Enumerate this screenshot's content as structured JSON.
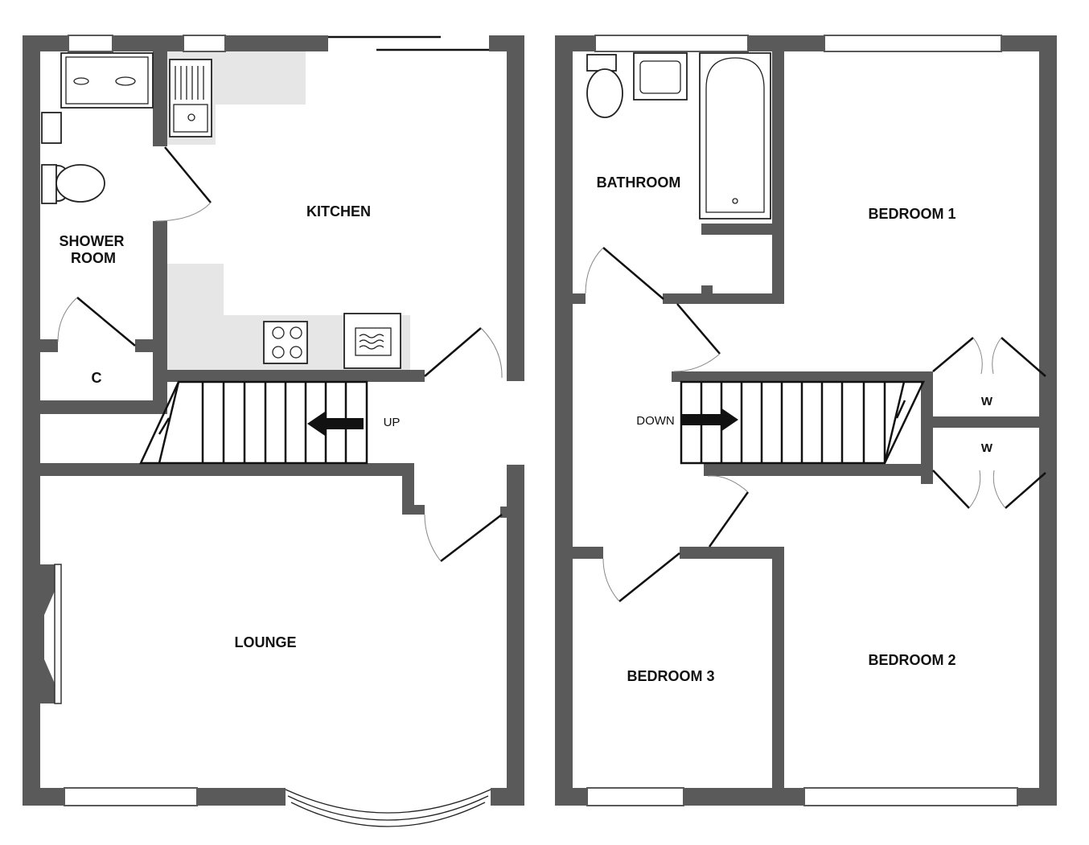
{
  "ground_floor": {
    "rooms": {
      "kitchen": "KITCHEN",
      "shower_line1": "SHOWER",
      "shower_line2": "ROOM",
      "cupboard": "C",
      "lounge": "LOUNGE"
    },
    "stairs_label": "UP"
  },
  "first_floor": {
    "rooms": {
      "bathroom": "BATHROOM",
      "bedroom1": "BEDROOM 1",
      "bedroom2": "BEDROOM 2",
      "bedroom3": "BEDROOM 3",
      "wardrobe1": "W",
      "wardrobe2": "W"
    },
    "stairs_label": "DOWN"
  },
  "colors": {
    "wall": "#5a5a5a",
    "worktop": "#e6e6e6"
  }
}
